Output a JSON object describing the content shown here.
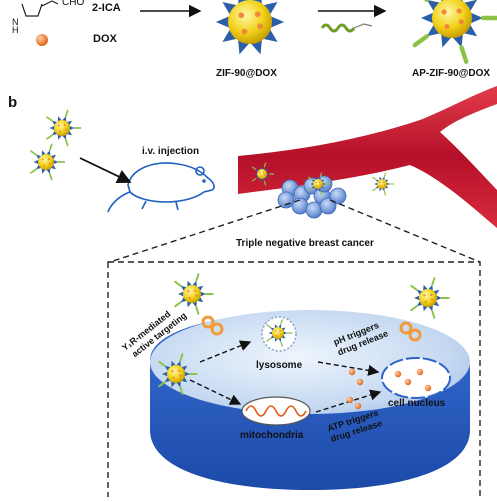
{
  "panel_a": {
    "cho_label": "CHO",
    "nh_label": "N\nH",
    "ica_label": "2-ICA",
    "dox_label": "DOX",
    "zif_label": "ZIF-90@DOX",
    "apzif_label": "AP-ZIF-90@DOX"
  },
  "panel_b": {
    "panel_letter": "b",
    "injection_label": "i.v. injection",
    "tumor_label": "Triple negative breast cancer",
    "targeting_label_1": "Y₁R-mediated",
    "targeting_label_2": "active targeting",
    "lysosome_label": "lysosome",
    "mitochondria_label": "mitochondria",
    "ph_label_1": "pH triggers",
    "ph_label_2": "drug release",
    "atp_label_1": "ATP triggers",
    "atp_label_2": "drug release",
    "nucleus_label": "cell nucleus"
  },
  "colors": {
    "vessel": "#c8102e",
    "cell_top": "#c9dcf2",
    "cell_side": "#2f63c9",
    "nanoparticle_core": "#f2d21a",
    "dox": "#f08a3a",
    "peptide": "#8bc34a",
    "zif_shell": "#2c5fa8"
  }
}
